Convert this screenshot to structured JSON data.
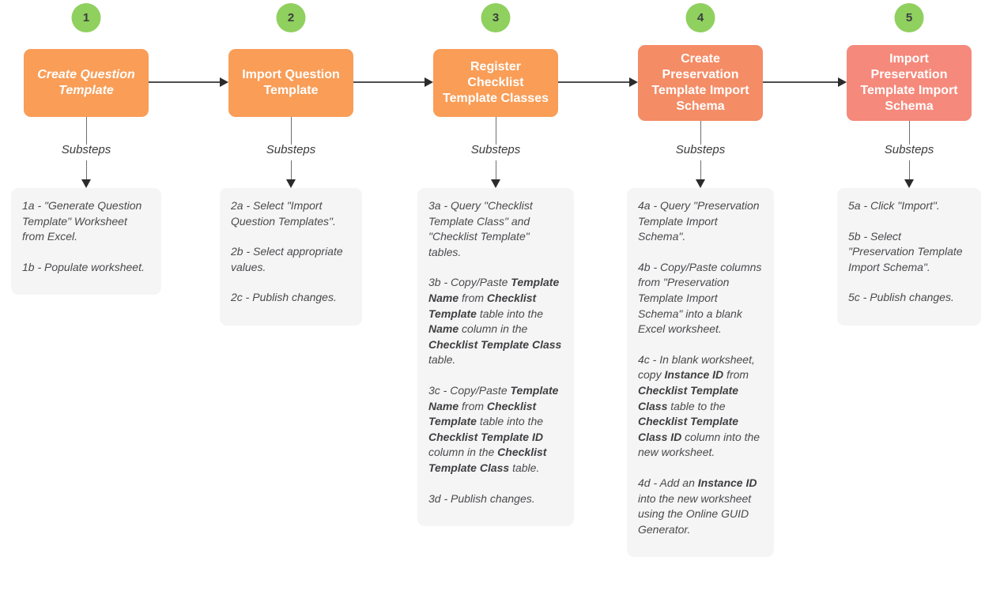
{
  "flowchart": {
    "colors": {
      "step_orange": "#F99D57",
      "step_salmon": "#F48C66",
      "step_coral": "#F5897B",
      "badge_green": "#8FD05F",
      "substeps_bg": "#F5F5F6"
    },
    "steps": [
      {
        "number": "1",
        "title": "Create Question Template",
        "substeps_label": "Substeps",
        "substeps": [
          {
            "segments": [
              {
                "text": "1a - \"Generate Question Template\" Worksheet from Excel.",
                "bold": false
              }
            ]
          },
          {
            "segments": [
              {
                "text": "1b - Populate worksheet.",
                "bold": false
              }
            ]
          }
        ]
      },
      {
        "number": "2",
        "title": "Import Question Template",
        "substeps_label": "Substeps",
        "substeps": [
          {
            "segments": [
              {
                "text": "2a - Select \"Import Question Templates\".",
                "bold": false
              }
            ]
          },
          {
            "segments": [
              {
                "text": "2b - Select appropriate values.",
                "bold": false
              }
            ]
          },
          {
            "segments": [
              {
                "text": "2c - Publish changes.",
                "bold": false
              }
            ]
          }
        ]
      },
      {
        "number": "3",
        "title": "Register Checklist Template Classes",
        "substeps_label": "Substeps",
        "substeps": [
          {
            "segments": [
              {
                "text": "3a - Query \"Checklist Template Class\" and \"Checklist Template\" tables.",
                "bold": false
              }
            ]
          },
          {
            "segments": [
              {
                "text": "3b - Copy/Paste ",
                "bold": false
              },
              {
                "text": "Template Name",
                "bold": true
              },
              {
                "text": " from ",
                "bold": false
              },
              {
                "text": "Checklist Template",
                "bold": true
              },
              {
                "text": " table into the ",
                "bold": false
              },
              {
                "text": "Name",
                "bold": true
              },
              {
                "text": " column in the ",
                "bold": false
              },
              {
                "text": "Checklist Template Class",
                "bold": true
              },
              {
                "text": " table.",
                "bold": false
              }
            ]
          },
          {
            "segments": [
              {
                "text": "3c - Copy/Paste ",
                "bold": false
              },
              {
                "text": "Template Name",
                "bold": true
              },
              {
                "text": " from ",
                "bold": false
              },
              {
                "text": "Checklist Template",
                "bold": true
              },
              {
                "text": " table into the ",
                "bold": false
              },
              {
                "text": "Checklist Template ID",
                "bold": true
              },
              {
                "text": " column in the ",
                "bold": false
              },
              {
                "text": "Checklist Template Class",
                "bold": true
              },
              {
                "text": " table.",
                "bold": false
              }
            ]
          },
          {
            "segments": [
              {
                "text": "3d - Publish changes.",
                "bold": false
              }
            ]
          }
        ]
      },
      {
        "number": "4",
        "title": "Create Preservation Template Import Schema",
        "substeps_label": "Substeps",
        "substeps": [
          {
            "segments": [
              {
                "text": "4a - Query \"Preservation Template Import Schema\".",
                "bold": false
              }
            ]
          },
          {
            "segments": [
              {
                "text": "4b - Copy/Paste columns from \"Preservation Template Import Schema\" into a blank Excel worksheet.",
                "bold": false
              }
            ]
          },
          {
            "segments": [
              {
                "text": "4c - In blank worksheet, copy ",
                "bold": false
              },
              {
                "text": "Instance ID",
                "bold": true
              },
              {
                "text": " from ",
                "bold": false
              },
              {
                "text": "Checklist Template Class",
                "bold": true
              },
              {
                "text": " table to the ",
                "bold": false
              },
              {
                "text": "Checklist Template Class ID",
                "bold": true
              },
              {
                "text": " column into the new worksheet.",
                "bold": false
              }
            ]
          },
          {
            "segments": [
              {
                "text": "4d - Add an ",
                "bold": false
              },
              {
                "text": "Instance ID",
                "bold": true
              },
              {
                "text": " into the new worksheet using the Online GUID Generator.",
                "bold": false
              }
            ]
          }
        ]
      },
      {
        "number": "5",
        "title": "Import Preservation Template Import Schema",
        "substeps_label": "Substeps",
        "substeps": [
          {
            "segments": [
              {
                "text": "5a - Click \"Import\".",
                "bold": false
              }
            ]
          },
          {
            "segments": [
              {
                "text": "5b - Select \"Preservation Template Import Schema\".",
                "bold": false
              }
            ]
          },
          {
            "segments": [
              {
                "text": "5c - Publish changes.",
                "bold": false
              }
            ]
          }
        ]
      }
    ]
  }
}
